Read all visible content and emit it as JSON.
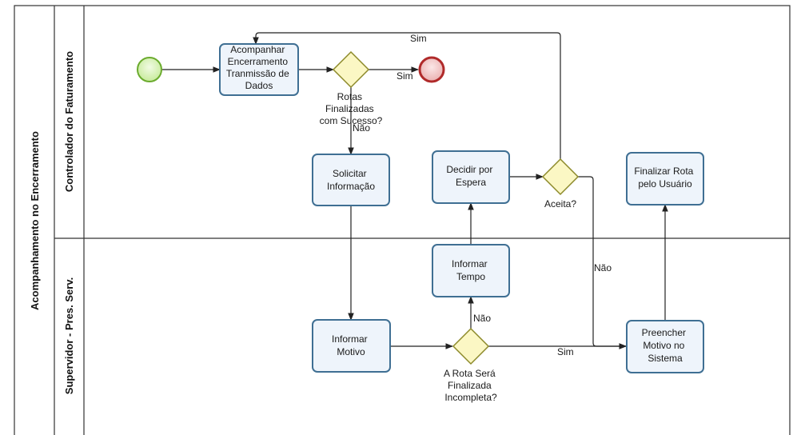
{
  "pool": {
    "label": "Acompanhamento no Encerramento"
  },
  "lanes": [
    {
      "id": "lane_faturamento",
      "label": "Controlador do Faturamento"
    },
    {
      "id": "lane_supervisor",
      "label": "Supervidor - Pres. Serv."
    }
  ],
  "events": {
    "start": "start",
    "end": "end"
  },
  "tasks": [
    {
      "id": "t_acompanhar",
      "lines": [
        "Acompanhar",
        "Encerramento",
        "Tranmissão de",
        "Dados"
      ]
    },
    {
      "id": "t_solicitar",
      "lines": [
        "Solicitar",
        "Informação"
      ]
    },
    {
      "id": "t_decidir",
      "lines": [
        "Decidir  por",
        "Espera"
      ]
    },
    {
      "id": "t_finalizar",
      "lines": [
        "Finalizar Rota",
        "pelo Usuário"
      ]
    },
    {
      "id": "t_informar_tempo",
      "lines": [
        "Informar",
        "Tempo"
      ]
    },
    {
      "id": "t_informar_motivo",
      "lines": [
        "Informar",
        "Motivo"
      ]
    },
    {
      "id": "t_preencher",
      "lines": [
        "Preencher",
        "Motivo no",
        "Sistema"
      ]
    }
  ],
  "gateways": [
    {
      "id": "g_rotas",
      "lines": [
        "Rotas",
        "Finalizadas",
        "com Sucesso?"
      ]
    },
    {
      "id": "g_aceita",
      "lines": [
        "Aceita?"
      ]
    },
    {
      "id": "g_incompleta",
      "lines": [
        "A Rota Será",
        "Finalizada",
        "Incompleta?"
      ]
    }
  ],
  "flow_labels": {
    "sim_top": "Sim",
    "sim_end": "Sim",
    "nao_rotas": "Não",
    "nao_aceita": "Não",
    "nao_incompleta": "Não",
    "sim_incompleta": "Sim"
  },
  "colors": {
    "start_fill": "#d6f0b4",
    "start_stroke": "#6bab2e",
    "end_fill": "#f2c6c6",
    "end_stroke": "#b02a2a",
    "task_fill": "#eef4fb",
    "task_stroke": "#3f6f93",
    "gateway_fill": "#fbf7c4",
    "gateway_stroke": "#8d8a2a"
  }
}
